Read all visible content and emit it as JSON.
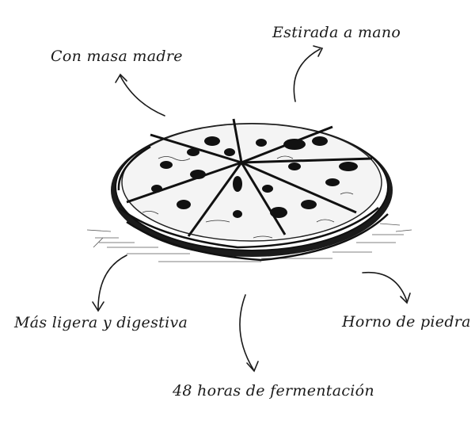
{
  "labels": {
    "masa_madre": "Con masa  madre",
    "estirada": "Estirada a mano",
    "ligera": "Más ligera y digestiva",
    "horno": "Horno de piedra",
    "fermentacion": "48 horas de fermentación"
  },
  "colors": {
    "ink": "#1a1a1a",
    "background": "#ffffff"
  },
  "icons": {
    "illustration": "pizza-sketch-icon",
    "pointers": "curved-arrow-icon"
  }
}
